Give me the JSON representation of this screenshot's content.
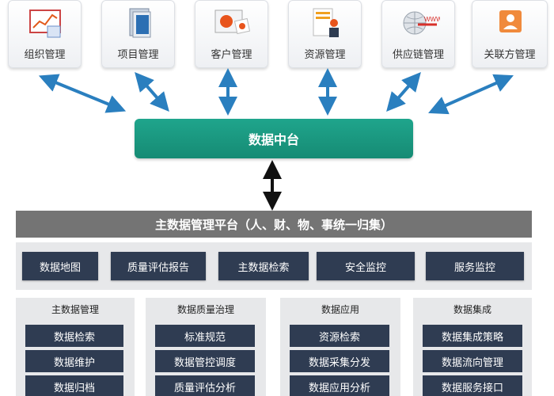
{
  "systems": [
    {
      "label": "组织管理",
      "icon": "org-chart-icon"
    },
    {
      "label": "项目管理",
      "icon": "project-book-icon"
    },
    {
      "label": "客户管理",
      "icon": "customer-card-icon"
    },
    {
      "label": "资源管理",
      "icon": "resource-person-icon"
    },
    {
      "label": "供应链管理",
      "icon": "globe-www-icon"
    },
    {
      "label": "关联方管理",
      "icon": "contact-icon"
    }
  ],
  "hub": {
    "label": "数据中台"
  },
  "platform": {
    "label": "主数据管理平台（人、财、物、事统一归集）"
  },
  "tools": [
    "数据地图",
    "质量评估报告",
    "主数据检索",
    "安全监控",
    "服务监控"
  ],
  "groups": [
    {
      "title": "主数据管理",
      "items": [
        "数据检索",
        "数据维护",
        "数据归档"
      ]
    },
    {
      "title": "数据质量治理",
      "items": [
        "标准规范",
        "数据管控调度",
        "质量评估分析"
      ]
    },
    {
      "title": "数据应用",
      "items": [
        "资源检索",
        "数据采集分发",
        "数据应用分析"
      ]
    },
    {
      "title": "数据集成",
      "items": [
        "数据集成策略",
        "数据流向管理",
        "数据服务接口"
      ]
    }
  ],
  "colors": {
    "hub": "#1a9a82",
    "dark_box": "#2f3c52",
    "platform_bar": "#747474",
    "arrow_blue": "#2a7fbf"
  }
}
